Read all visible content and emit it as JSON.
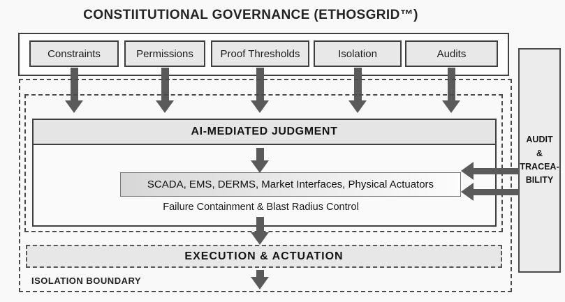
{
  "title": "CONSTIITUTIONAL GOVERNANCE (ETHOSGRID™)",
  "governance": {
    "items": [
      {
        "label": "Constraints"
      },
      {
        "label": "Permissions"
      },
      {
        "label": "Proof Thresholds"
      },
      {
        "label": "Isolation"
      },
      {
        "label": "Audits"
      }
    ]
  },
  "judgment": {
    "title": "AI-MEDIATED JUDGMENT"
  },
  "interfaces": {
    "label": "SCADA, EMS, DERMS, Market Interfaces, Physical Actuators"
  },
  "containment": {
    "label": "Failure Containment & Blast Radius Control"
  },
  "execution": {
    "title": "EXECUTION & ACTUATION"
  },
  "isolation": {
    "label": "ISOLATION BOUNDARY"
  },
  "audit": {
    "label": "AUDIT\n&\nTRACEA-\nBILITY"
  },
  "colors": {
    "border": "#3f3f3f",
    "dashed_border": "#4a4a4a",
    "arrow": "#5a5a5a",
    "box_fill": "#e8e8e8",
    "background": "#f9f9f9"
  }
}
